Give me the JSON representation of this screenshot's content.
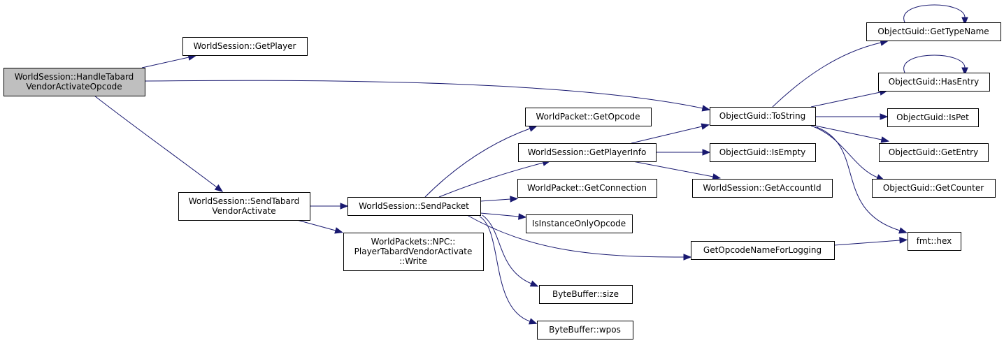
{
  "title": "Call graph: WorldSession::HandleTabardVendorActivateOpcode",
  "colors": {
    "edge": "#191970",
    "root_fill": "#bfbfbf",
    "node_fill": "#ffffff",
    "border": "#000000"
  },
  "nodes": [
    {
      "id": "root",
      "lines": [
        "WorldSession::HandleTabard",
        "VendorActivateOpcode"
      ],
      "root": true
    },
    {
      "id": "getplayer",
      "lines": [
        "WorldSession::GetPlayer"
      ]
    },
    {
      "id": "tostring",
      "lines": [
        "ObjectGuid::ToString"
      ]
    },
    {
      "id": "sendtabard",
      "lines": [
        "WorldSession::SendTabard",
        "VendorActivate"
      ]
    },
    {
      "id": "sendpacket",
      "lines": [
        "WorldSession::SendPacket"
      ]
    },
    {
      "id": "write",
      "lines": [
        "WorldPackets::NPC::",
        "PlayerTabardVendorActivate",
        "::Write"
      ]
    },
    {
      "id": "getopcode",
      "lines": [
        "WorldPacket::GetOpcode"
      ]
    },
    {
      "id": "getplayerinfo",
      "lines": [
        "WorldSession::GetPlayerInfo"
      ]
    },
    {
      "id": "getconnection",
      "lines": [
        "WorldPacket::GetConnection"
      ]
    },
    {
      "id": "isinstanceonly",
      "lines": [
        "IsInstanceOnlyOpcode"
      ]
    },
    {
      "id": "bbsize",
      "lines": [
        "ByteBuffer::size"
      ]
    },
    {
      "id": "bbwpos",
      "lines": [
        "ByteBuffer::wpos"
      ]
    },
    {
      "id": "isempty",
      "lines": [
        "ObjectGuid::IsEmpty"
      ]
    },
    {
      "id": "getaccountid",
      "lines": [
        "WorldSession::GetAccountId"
      ]
    },
    {
      "id": "getopcodename",
      "lines": [
        "GetOpcodeNameForLogging"
      ]
    },
    {
      "id": "gettypename",
      "lines": [
        "ObjectGuid::GetTypeName"
      ]
    },
    {
      "id": "hasentry",
      "lines": [
        "ObjectGuid::HasEntry"
      ]
    },
    {
      "id": "ispet",
      "lines": [
        "ObjectGuid::IsPet"
      ]
    },
    {
      "id": "getentry",
      "lines": [
        "ObjectGuid::GetEntry"
      ]
    },
    {
      "id": "getcounter",
      "lines": [
        "ObjectGuid::GetCounter"
      ]
    },
    {
      "id": "fmthex",
      "lines": [
        "fmt::hex"
      ]
    }
  ],
  "edges": [
    {
      "from": "root",
      "to": "getplayer"
    },
    {
      "from": "root",
      "to": "tostring"
    },
    {
      "from": "root",
      "to": "sendtabard"
    },
    {
      "from": "sendtabard",
      "to": "sendpacket"
    },
    {
      "from": "sendtabard",
      "to": "write"
    },
    {
      "from": "sendpacket",
      "to": "getopcode"
    },
    {
      "from": "sendpacket",
      "to": "getplayerinfo"
    },
    {
      "from": "sendpacket",
      "to": "getconnection"
    },
    {
      "from": "sendpacket",
      "to": "isinstanceonly"
    },
    {
      "from": "sendpacket",
      "to": "getopcodename"
    },
    {
      "from": "sendpacket",
      "to": "bbsize"
    },
    {
      "from": "sendpacket",
      "to": "bbwpos"
    },
    {
      "from": "getplayerinfo",
      "to": "tostring"
    },
    {
      "from": "getplayerinfo",
      "to": "isempty"
    },
    {
      "from": "getplayerinfo",
      "to": "getaccountid"
    },
    {
      "from": "tostring",
      "to": "gettypename"
    },
    {
      "from": "tostring",
      "to": "hasentry"
    },
    {
      "from": "tostring",
      "to": "ispet"
    },
    {
      "from": "tostring",
      "to": "getentry"
    },
    {
      "from": "tostring",
      "to": "getcounter"
    },
    {
      "from": "tostring",
      "to": "fmthex"
    },
    {
      "from": "getopcodename",
      "to": "fmthex"
    },
    {
      "from": "gettypename",
      "to": "gettypename"
    },
    {
      "from": "hasentry",
      "to": "hasentry"
    }
  ]
}
